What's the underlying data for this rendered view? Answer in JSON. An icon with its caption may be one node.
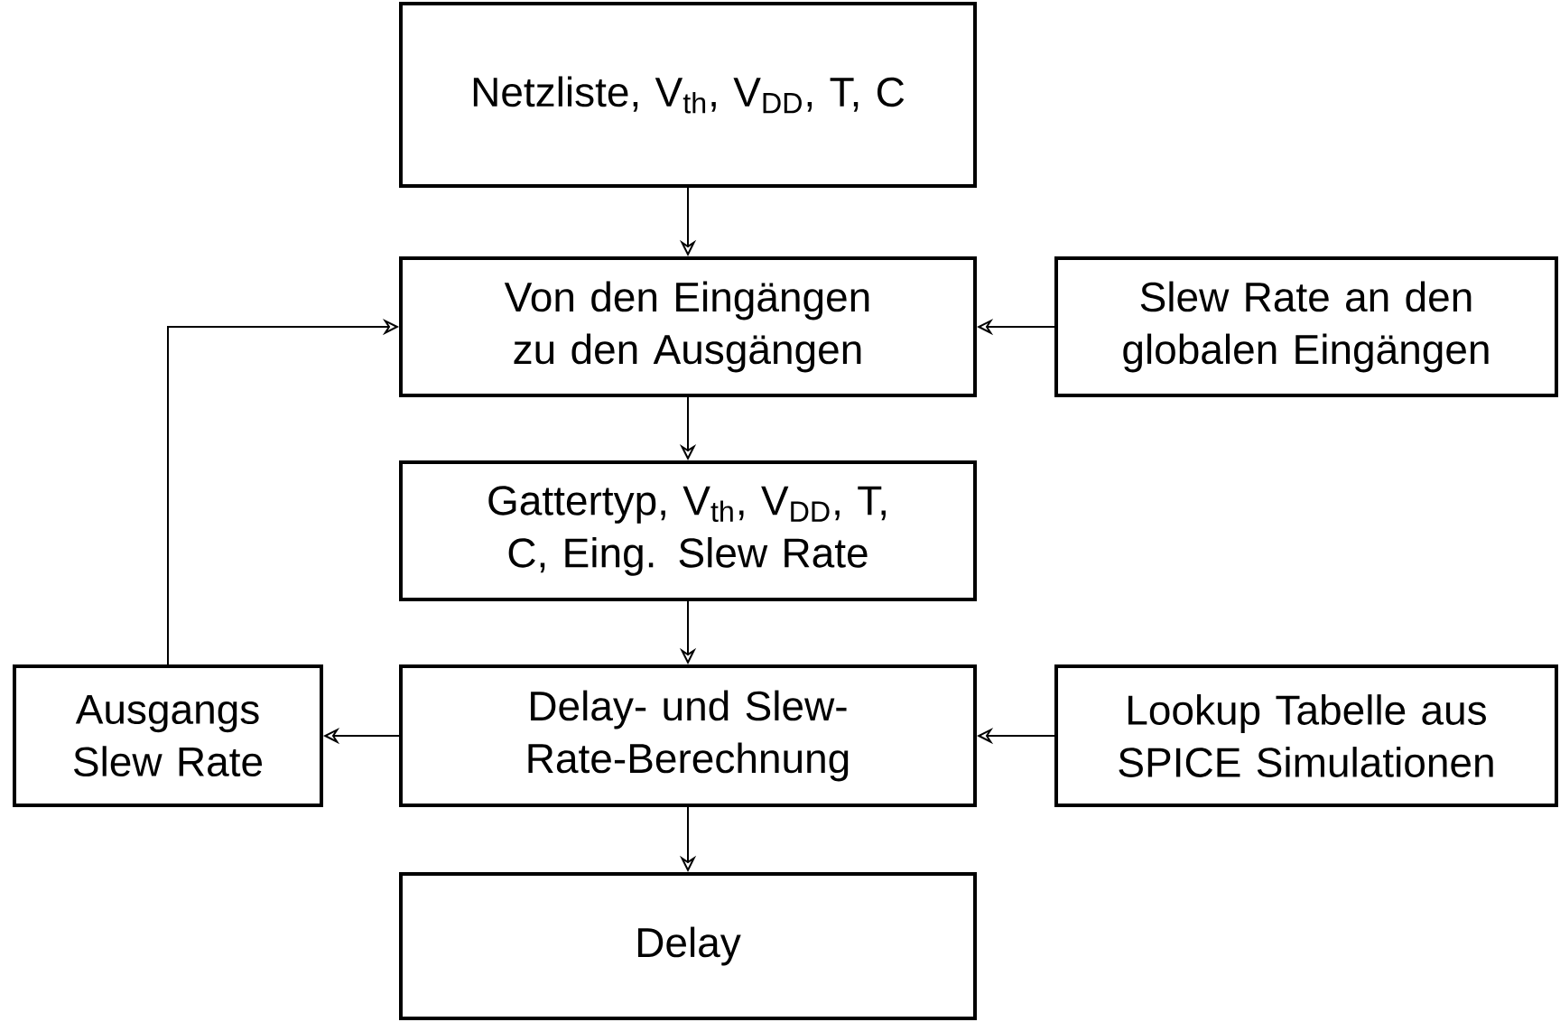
{
  "diagram": {
    "nodes": [
      {
        "text": [
          "Netzliste, V$_{th}$, V$_{DD}$, T, C"
        ]
      },
      {
        "text": [
          "Von den Eingängen zu den Ausgängen"
        ]
      },
      {
        "text": [
          "Slew Rate an den globalen Eingängen"
        ]
      },
      {
        "text": [
          "Gattertyp, V$_{th}$, V$_{DD}$, T, C, Eing. Slew Rate"
        ]
      },
      {
        "text": [
          "Ausgangs Slew Rate"
        ]
      },
      {
        "text": [
          "Delay- und Slew-Rate-Berechnung"
        ]
      },
      {
        "text": [
          "Lookup Tabelle aus SPICE Simulationen"
        ]
      },
      {
        "text": [
          "Delay"
        ]
      }
    ],
    "edges": [
      {
        "from": 0,
        "to": 1,
        "arrow": "to"
      },
      {
        "from": 2,
        "to": 1,
        "arrow": "to"
      },
      {
        "from": 1,
        "to": 3,
        "arrow": "to"
      },
      {
        "from": 3,
        "to": 5,
        "arrow": "to"
      },
      {
        "from": 6,
        "to": 5,
        "arrow": "to"
      },
      {
        "from": 5,
        "to": 4,
        "arrow": "to"
      },
      {
        "from": 4,
        "to": 1,
        "arrow": "to"
      },
      {
        "from": 5,
        "to": 7,
        "arrow": "to"
      }
    ]
  }
}
